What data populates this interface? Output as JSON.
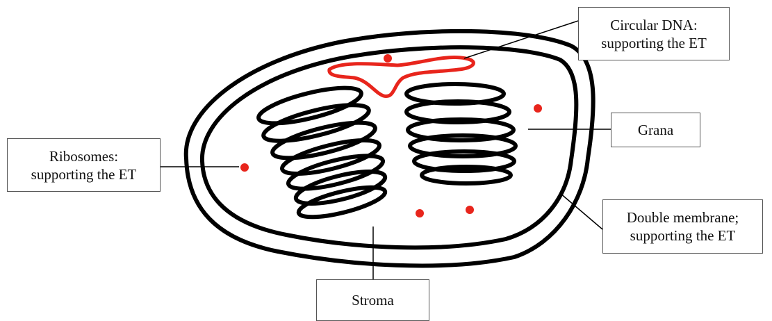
{
  "labels": {
    "circular_dna": {
      "line1": "Circular DNA:",
      "line2": "supporting the ET"
    },
    "grana": {
      "line1": "Grana"
    },
    "ribosomes": {
      "line1": "Ribosomes:",
      "line2": "supporting the ET"
    },
    "double_membrane": {
      "line1": "Double membrane;",
      "line2": "supporting the ET"
    },
    "stroma": {
      "line1": "Stroma"
    }
  },
  "colors": {
    "outline": "#000000",
    "dna": "#e8251c",
    "ribosome": "#e8251c",
    "label_border": "#555555",
    "label_text": "#111111"
  }
}
